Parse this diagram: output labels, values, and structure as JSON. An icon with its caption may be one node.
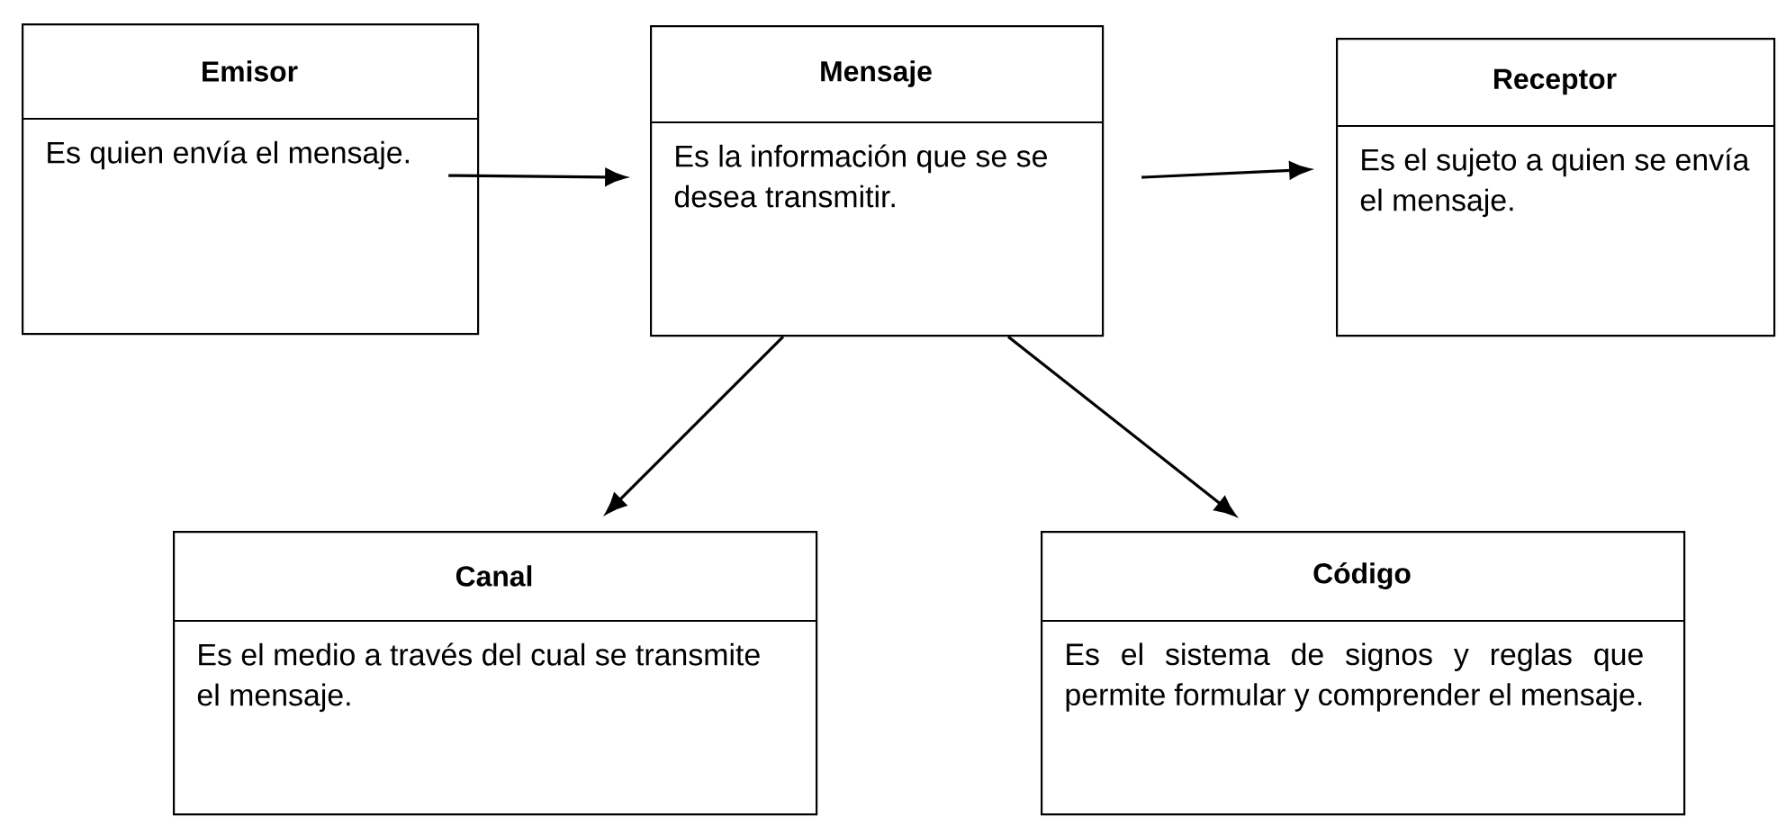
{
  "diagram": {
    "nodes": [
      {
        "text": [
          "Emisor",
          "Es quien envía el mensaje."
        ]
      },
      {
        "text": [
          "Mensaje",
          "Es la información que se se desea transmitir."
        ]
      },
      {
        "text": [
          "Receptor",
          "Es el sujeto a quien se envía el mensaje."
        ]
      },
      {
        "text": [
          "Canal",
          "Es el medio a través del cual se transmite el mensaje."
        ]
      },
      {
        "text": [
          "Código",
          "Es el sistema de signos y reglas que permite formular y comprender el mensaje."
        ]
      }
    ],
    "edges": [
      {
        "from": 0,
        "to": 1,
        "arrow": "to"
      },
      {
        "from": 1,
        "to": 2,
        "arrow": "to"
      },
      {
        "from": 1,
        "to": 3,
        "arrow": "to"
      },
      {
        "from": 1,
        "to": 4,
        "arrow": "to"
      }
    ]
  }
}
